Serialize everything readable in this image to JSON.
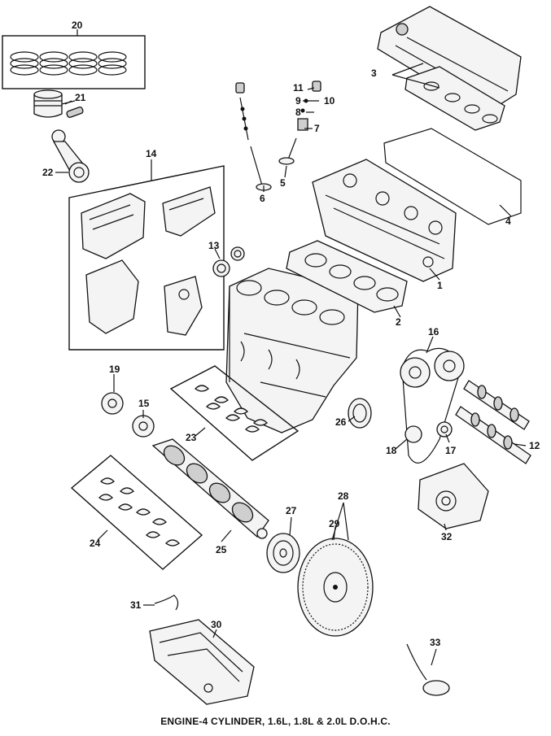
{
  "caption": "ENGINE-4 CYLINDER, 1.6L, 1.8L & 2.0L D.O.H.C.",
  "callouts": {
    "c1": "1",
    "c2": "2",
    "c3": "3",
    "c4": "4",
    "c5": "5",
    "c6": "6",
    "c7": "7",
    "c8": "8",
    "c9": "9",
    "c10": "10",
    "c11": "11",
    "c12": "12",
    "c13": "13",
    "c14": "14",
    "c15": "15",
    "c16": "16",
    "c17": "17",
    "c18": "18",
    "c19": "19",
    "c20": "20",
    "c21": "21",
    "c22": "22",
    "c23": "23",
    "c24": "24",
    "c25": "25",
    "c26": "26",
    "c27": "27",
    "c28": "28",
    "c29": "29",
    "c30": "30",
    "c31": "31",
    "c32": "32",
    "c33": "33"
  }
}
